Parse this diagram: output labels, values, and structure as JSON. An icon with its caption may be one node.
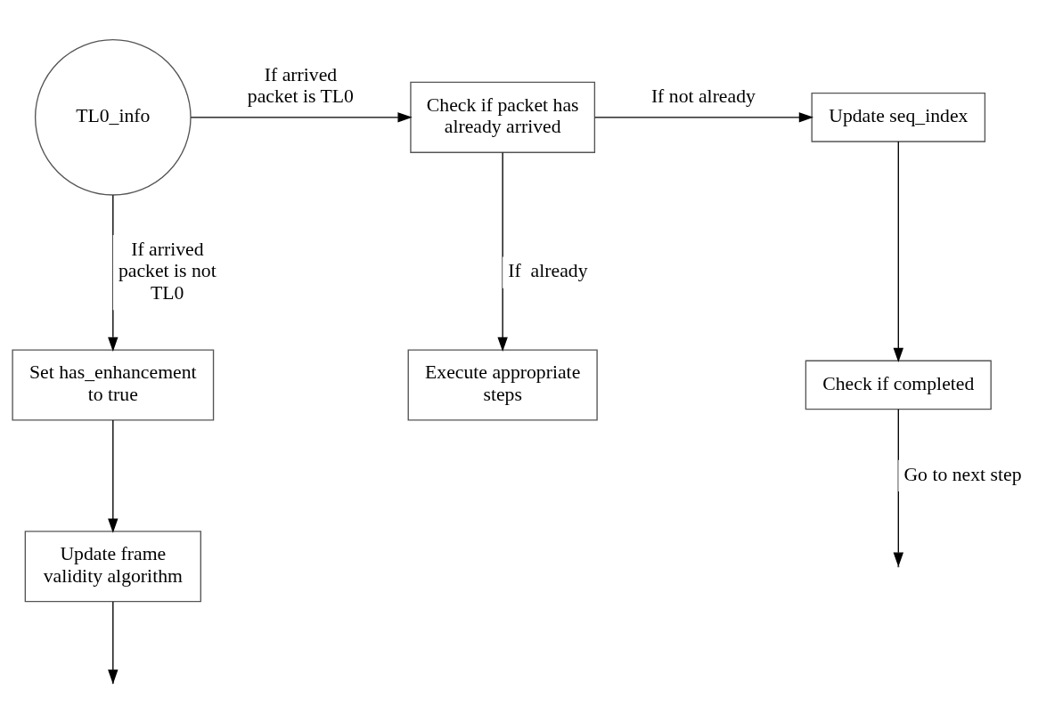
{
  "diagram": {
    "nodes": [
      {
        "text": [
          "TL0_info"
        ]
      },
      {
        "text": [
          "Check if packet has already arrived"
        ]
      },
      {
        "text": [
          "Update seq_index"
        ]
      },
      {
        "text": [
          "Set has_enhancement to true"
        ]
      },
      {
        "text": [
          "Execute appropriate steps"
        ]
      },
      {
        "text": [
          "Check if completed"
        ]
      },
      {
        "text": [
          "Update frame validity algorithm"
        ]
      }
    ],
    "edges": [
      {
        "from": 0,
        "to": 1,
        "arrow": "to",
        "label": "If arrived packet is TL0"
      },
      {
        "from": 1,
        "to": 2,
        "arrow": "to",
        "label": "If not already"
      },
      {
        "from": 0,
        "to": 3,
        "arrow": "to",
        "label": "If arrived packet is not TL0"
      },
      {
        "from": 1,
        "to": 4,
        "arrow": "to",
        "label": "If  already"
      },
      {
        "from": 2,
        "to": 5,
        "arrow": "to"
      },
      {
        "from": 3,
        "to": 6,
        "arrow": "to"
      },
      {
        "from": 6,
        "to": null,
        "arrow": "to"
      },
      {
        "from": 5,
        "to": null,
        "arrow": "to",
        "label": "Go to next step"
      }
    ]
  }
}
